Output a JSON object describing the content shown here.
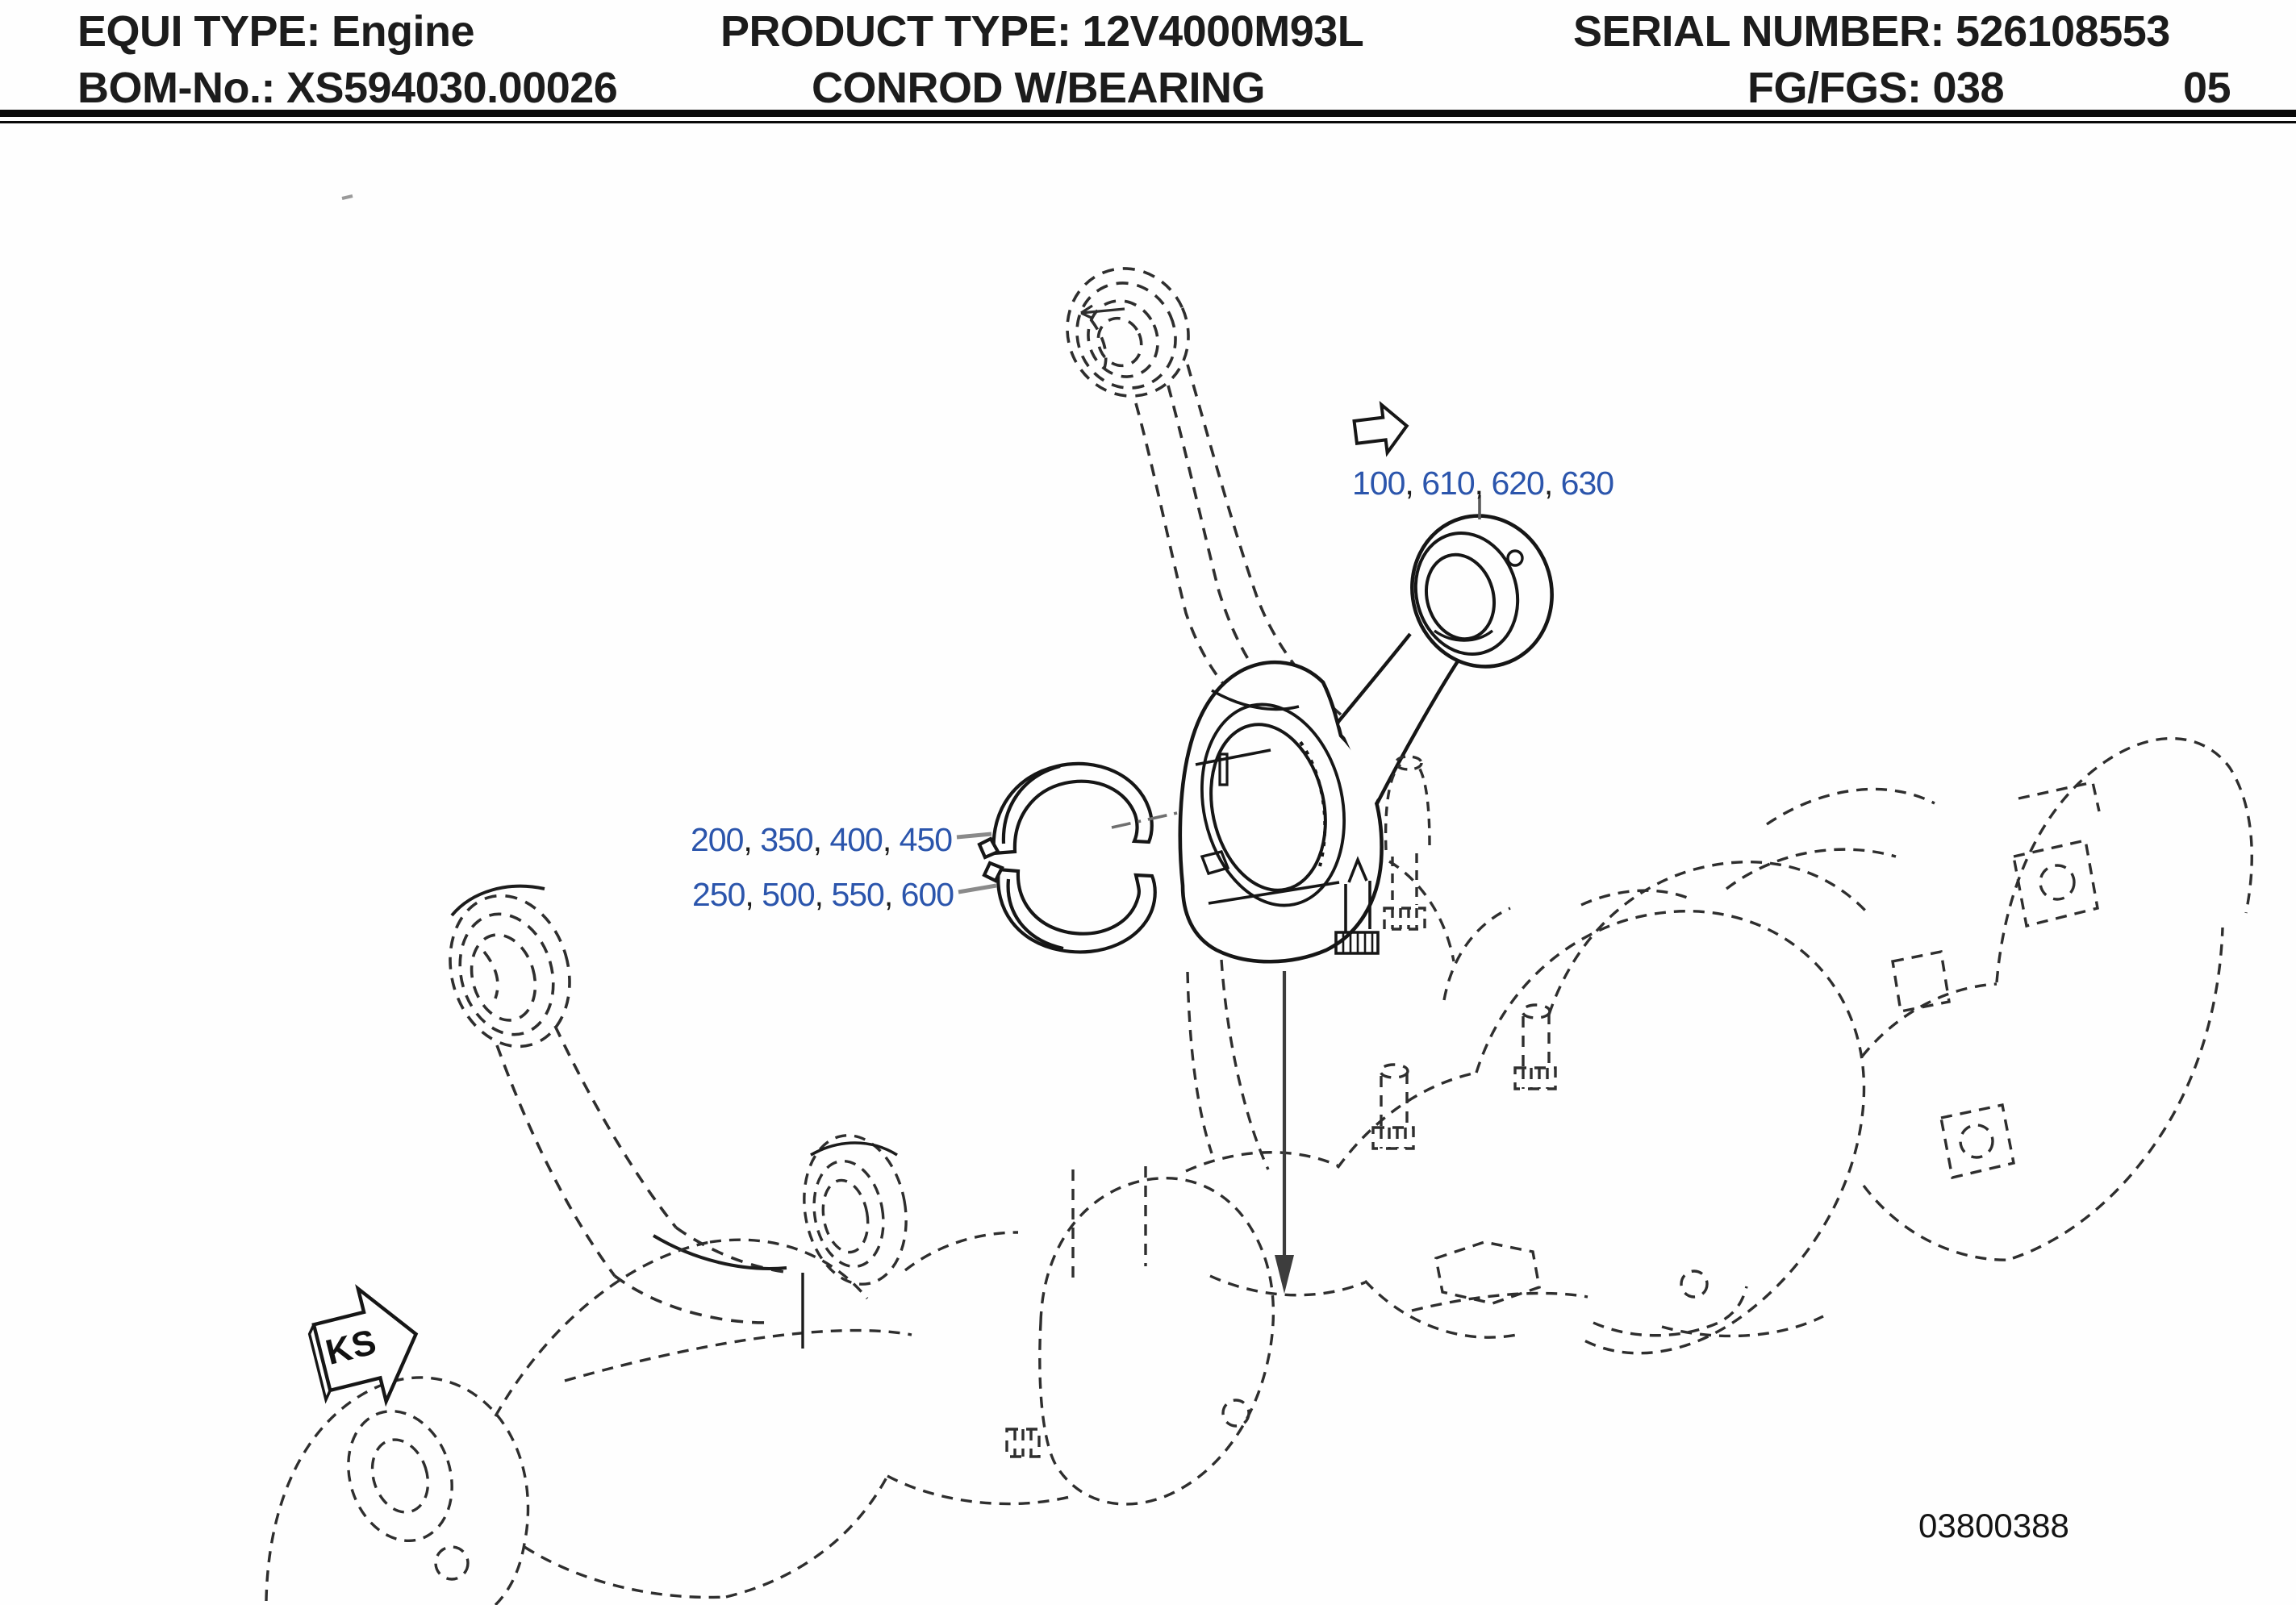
{
  "header": {
    "equi_label": "EQUI TYPE:",
    "equi_value": "Engine",
    "product_label": "PRODUCT TYPE:",
    "product_value": "12V4000M93L",
    "serial_label": "SERIAL NUMBER:",
    "serial_value": "526108553",
    "bom_label": "BOM-No.:",
    "bom_value": "XS594030.00026",
    "assembly_title": "CONROD W/BEARING",
    "fg_label": "FG/FGS:",
    "fg_value": "038",
    "sheet_number": "05"
  },
  "diagram": {
    "separator": ", ",
    "callouts": {
      "conrod": {
        "parts": [
          "100",
          "610",
          "620",
          "630"
        ]
      },
      "bearing_upper": {
        "parts": [
          "200",
          "350",
          "400",
          "450"
        ]
      },
      "bearing_lower": {
        "parts": [
          "250",
          "500",
          "550",
          "600"
        ]
      }
    },
    "direction_label": "KS",
    "drawing_number": "03800388",
    "colors": {
      "part_link_blue": "#2b55ac",
      "line_black": "#1c1c1c",
      "leader_gray": "#8a8a8a"
    }
  }
}
